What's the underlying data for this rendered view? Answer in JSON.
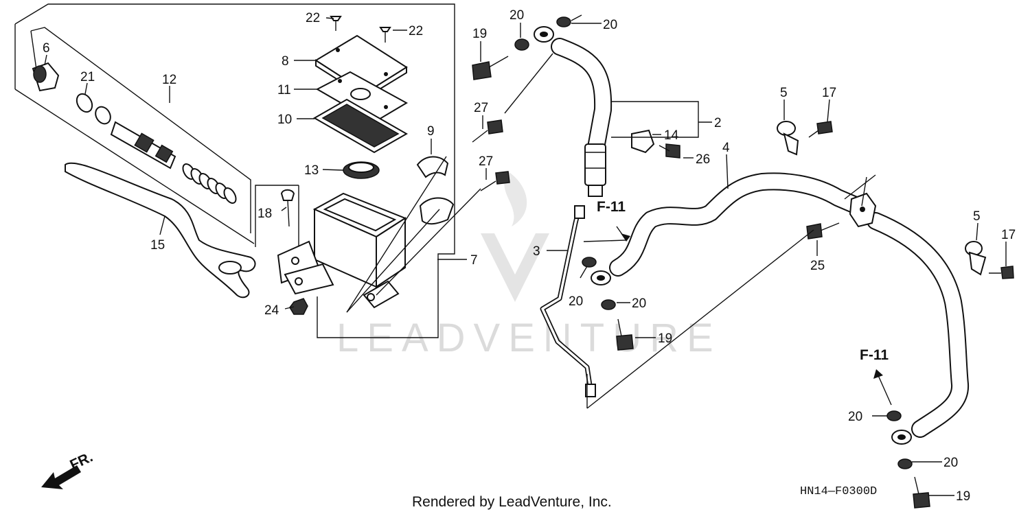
{
  "diagram": {
    "callouts": [
      "22",
      "22",
      "6",
      "21",
      "12",
      "8",
      "11",
      "10",
      "13",
      "9",
      "27",
      "27",
      "19",
      "20",
      "20",
      "2",
      "14",
      "26",
      "5",
      "17",
      "4",
      "5",
      "17",
      "3",
      "18",
      "15",
      "7",
      "25",
      "20",
      "20",
      "24",
      "19",
      "20",
      "20",
      "19"
    ],
    "references": [
      "F-11",
      "F-11"
    ],
    "direction_label": "FR.",
    "diagram_code": "HN14—F0300D",
    "watermark": "LEADVENTURE",
    "credit": "Rendered by LeadVenture, Inc."
  }
}
